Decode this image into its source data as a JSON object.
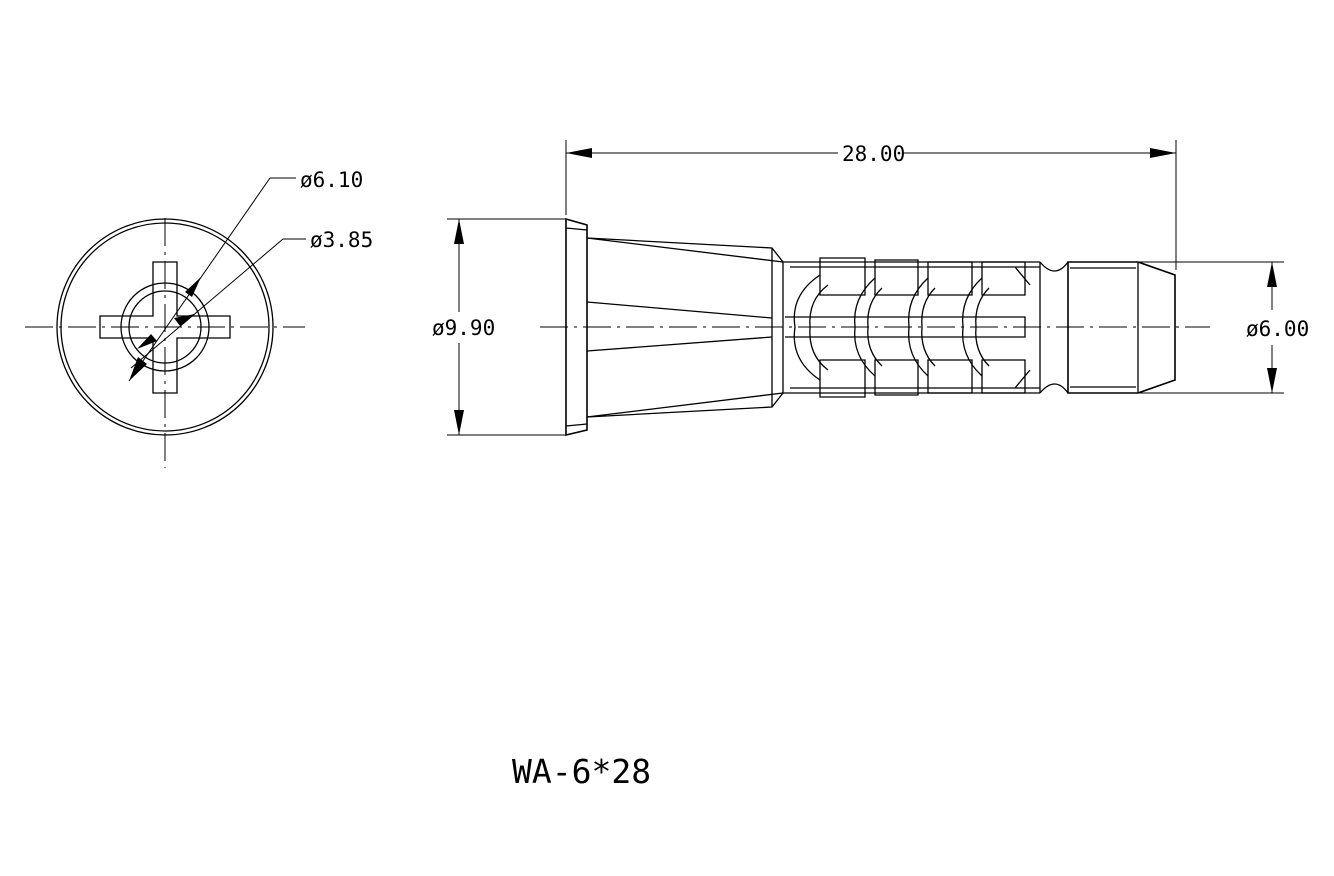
{
  "dimensions": {
    "outer_dia_front": "ø6.10",
    "inner_dia_front": "ø3.85",
    "length": "28.00",
    "head_dia": "ø9.90",
    "body_dia": "ø6.00"
  },
  "part_number": "WA-6*28"
}
